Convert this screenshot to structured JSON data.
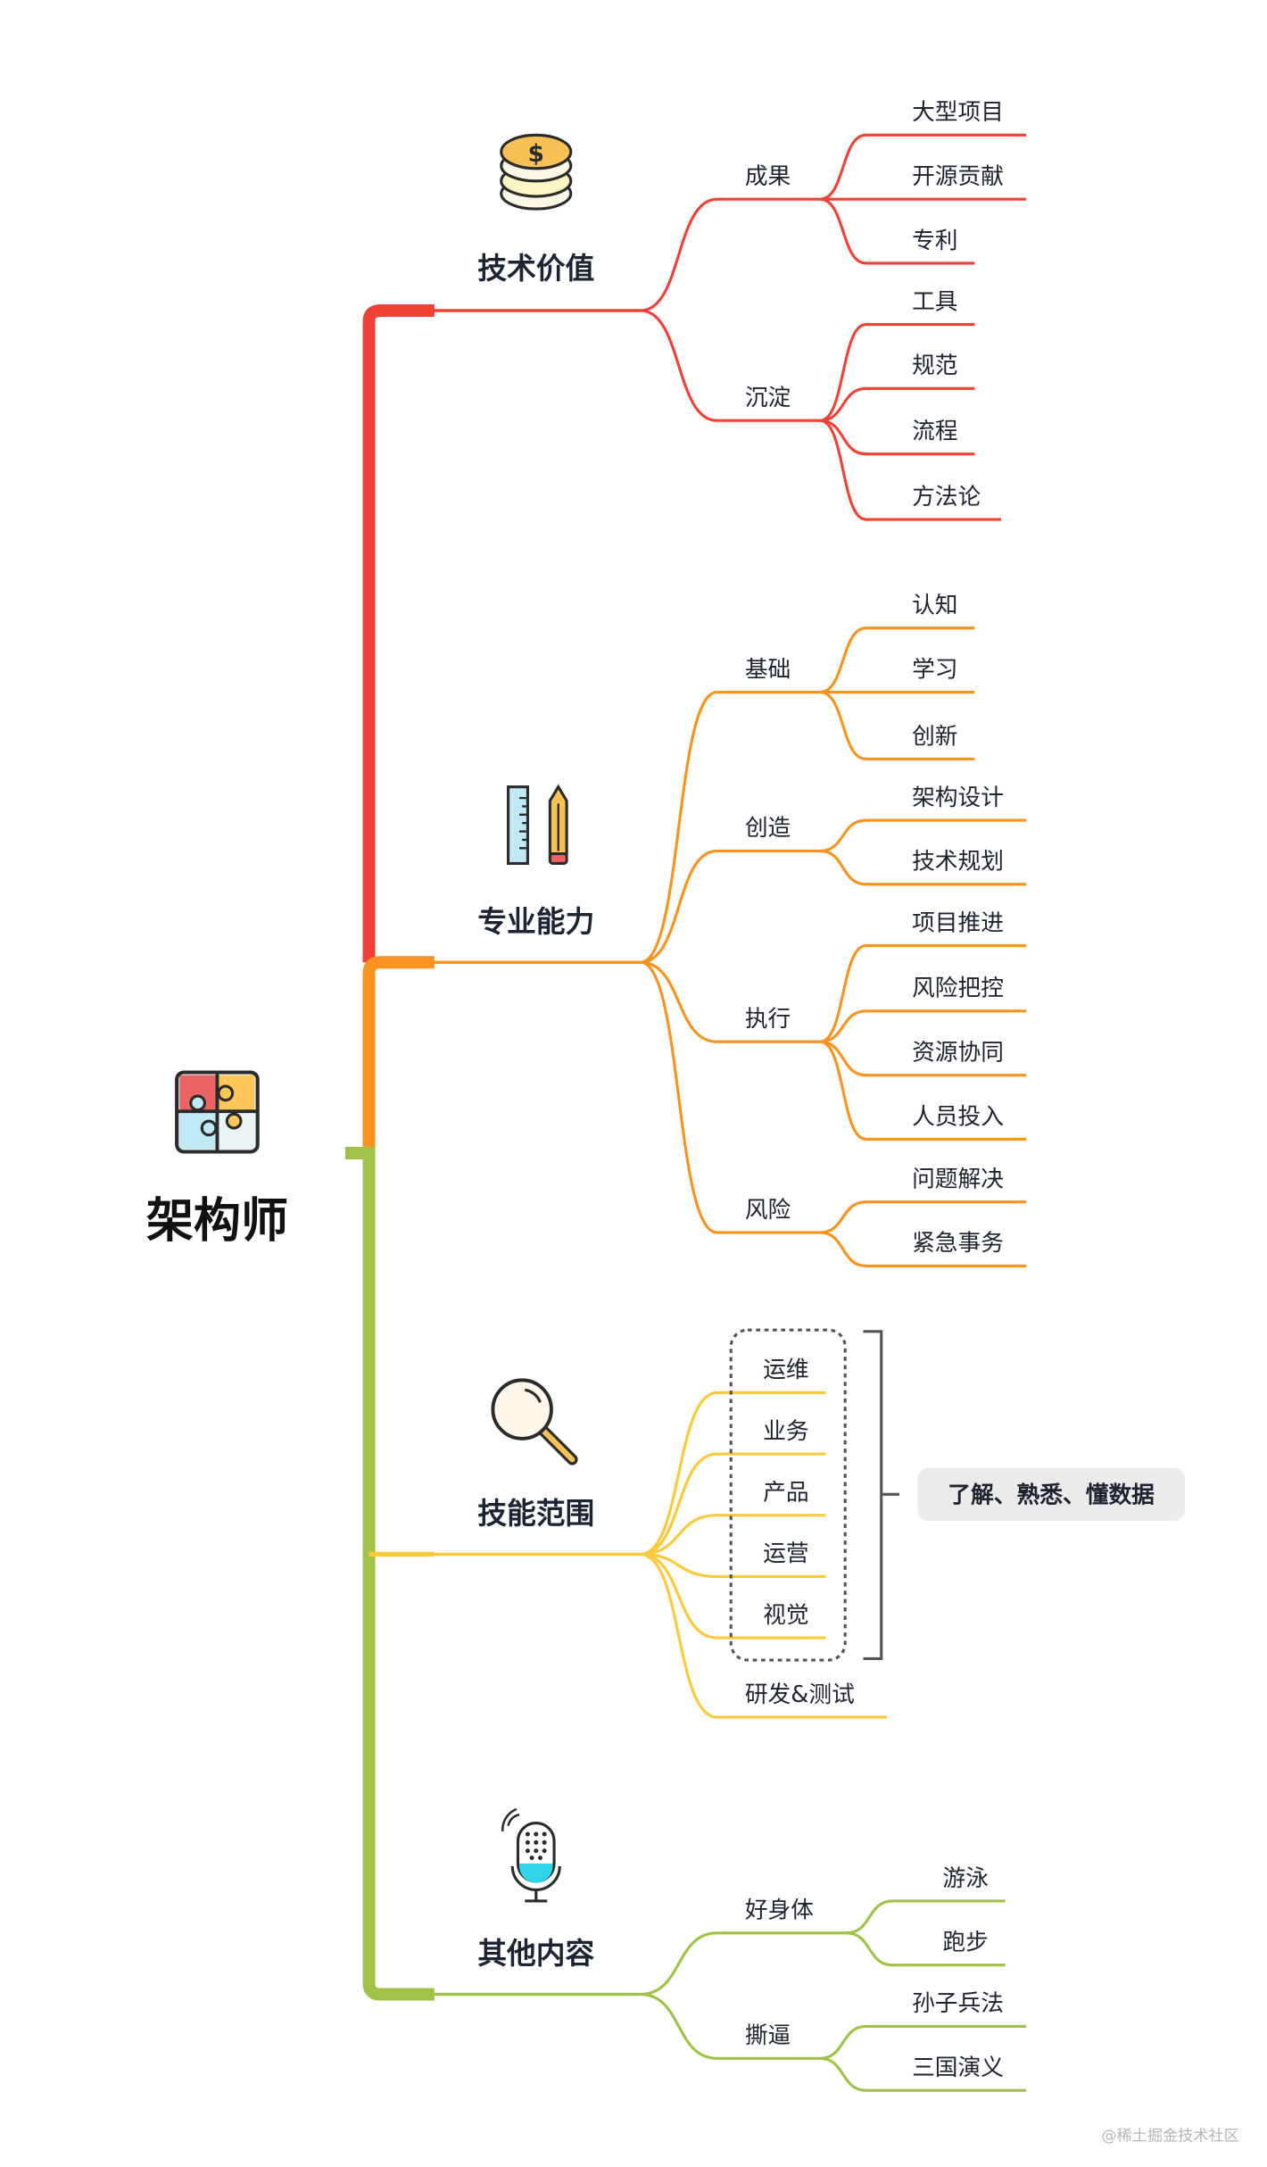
{
  "central": {
    "title": "架构师",
    "icon": "puzzle-icon"
  },
  "branches": [
    {
      "label": "技术价值",
      "icon": "coin-stack-icon",
      "color": "#ef4136",
      "children": [
        {
          "label": "成果",
          "children": [
            "大型项目",
            "开源贡献",
            "专利"
          ]
        },
        {
          "label": "沉淀",
          "children": [
            "工具",
            "规范",
            "流程",
            "方法论"
          ]
        }
      ]
    },
    {
      "label": "专业能力",
      "icon": "ruler-pencil-icon",
      "color": "#f7931e",
      "children": [
        {
          "label": "基础",
          "children": [
            "认知",
            "学习",
            "创新"
          ]
        },
        {
          "label": "创造",
          "children": [
            "架构设计",
            "技术规划"
          ]
        },
        {
          "label": "执行",
          "children": [
            "项目推进",
            "风险把控",
            "资源协同",
            "人员投入"
          ]
        },
        {
          "label": "风险",
          "children": [
            "问题解决",
            "紧急事务"
          ]
        }
      ]
    },
    {
      "label": "技能范围",
      "icon": "magnifier-icon",
      "color": "#fcc93a",
      "summary": "了解、熟悉、懂数据",
      "children": [
        {
          "label": "运维",
          "children": []
        },
        {
          "label": "业务",
          "children": []
        },
        {
          "label": "产品",
          "children": []
        },
        {
          "label": "运营",
          "children": []
        },
        {
          "label": "视觉",
          "children": []
        },
        {
          "label": "研发&测试",
          "children": []
        }
      ]
    },
    {
      "label": "其他内容",
      "icon": "microphone-icon",
      "color": "#a0c14a",
      "children": [
        {
          "label": "好身体",
          "children": [
            "游泳",
            "跑步"
          ]
        },
        {
          "label": "撕逼",
          "children": [
            "孙子兵法",
            "三国演义"
          ]
        }
      ]
    }
  ],
  "watermark": "@稀土掘金技术社区"
}
